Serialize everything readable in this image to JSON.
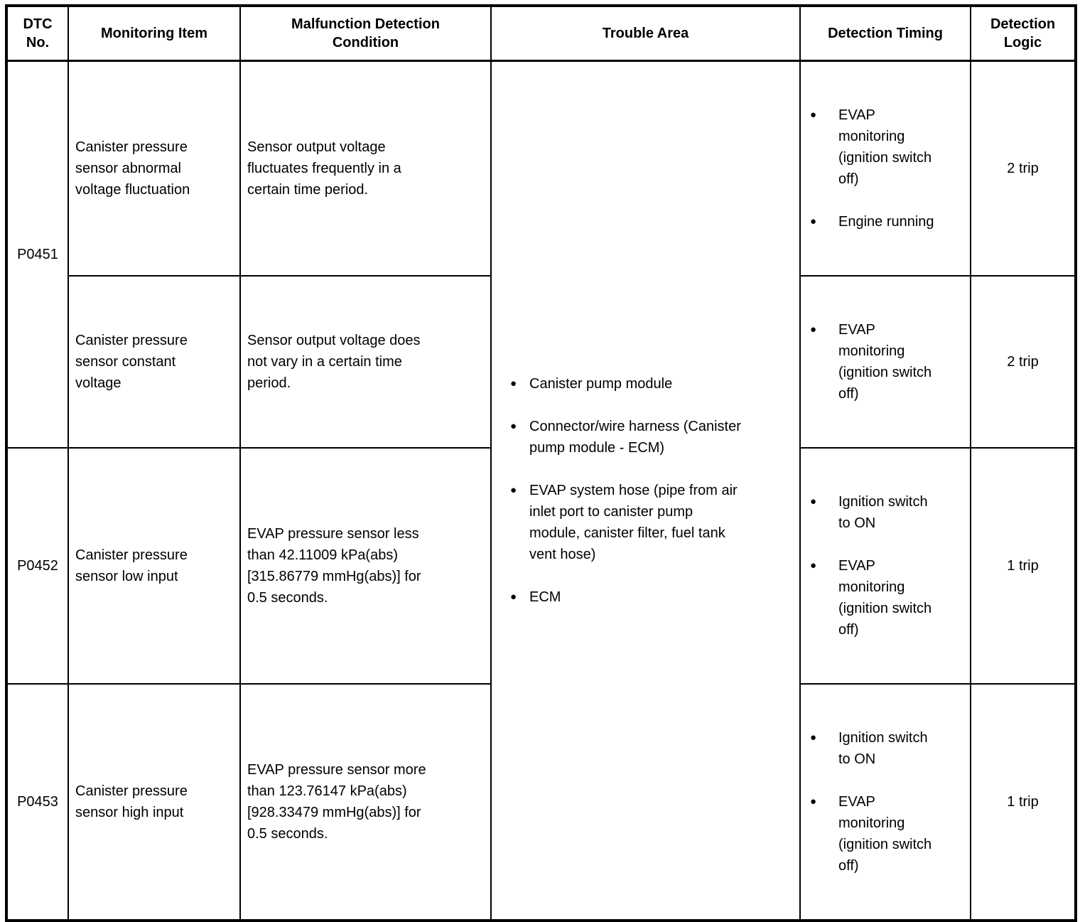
{
  "colors": {
    "background": "#ffffff",
    "border": "#000000",
    "text": "#000000"
  },
  "table": {
    "headers": {
      "dtc_no": "DTC\nNo.",
      "monitoring_item": "Monitoring Item",
      "malfunction_detection_condition": "Malfunction Detection\nCondition",
      "trouble_area": "Trouble Area",
      "detection_timing": "Detection Timing",
      "detection_logic": "Detection\nLogic"
    },
    "trouble_area_items": [
      "Canister pump module",
      "Connector/wire harness (Canister\npump module - ECM)",
      "EVAP system hose (pipe from air\ninlet port to canister pump\nmodule, canister filter, fuel tank\nvent hose)",
      "ECM"
    ],
    "rows": [
      {
        "dtc_no": "P0451",
        "entries": [
          {
            "monitoring_item": "Canister pressure\nsensor abnormal\nvoltage fluctuation",
            "condition": "Sensor output voltage\nfluctuates frequently in a\ncertain time period.",
            "detection_timing": [
              "EVAP\nmonitoring\n(ignition switch\noff)",
              "Engine running"
            ],
            "detection_logic": "2 trip"
          },
          {
            "monitoring_item": "Canister pressure\nsensor constant\nvoltage",
            "condition": "Sensor output voltage does\nnot vary in a certain time\nperiod.",
            "detection_timing": [
              "EVAP\nmonitoring\n(ignition switch\noff)"
            ],
            "detection_logic": "2 trip"
          }
        ]
      },
      {
        "dtc_no": "P0452",
        "entries": [
          {
            "monitoring_item": "Canister pressure\nsensor low input",
            "condition": "EVAP pressure sensor less\nthan 42.11009 kPa(abs)\n[315.86779 mmHg(abs)] for\n0.5 seconds.",
            "detection_timing": [
              "Ignition switch\nto ON",
              "EVAP\nmonitoring\n(ignition switch\noff)"
            ],
            "detection_logic": "1 trip"
          }
        ]
      },
      {
        "dtc_no": "P0453",
        "entries": [
          {
            "monitoring_item": "Canister pressure\nsensor high input",
            "condition": "EVAP pressure sensor more\nthan 123.76147 kPa(abs)\n[928.33479 mmHg(abs)] for\n0.5 seconds.",
            "detection_timing": [
              "Ignition switch\nto ON",
              "EVAP\nmonitoring\n(ignition switch\noff)"
            ],
            "detection_logic": "1 trip"
          }
        ]
      }
    ]
  }
}
